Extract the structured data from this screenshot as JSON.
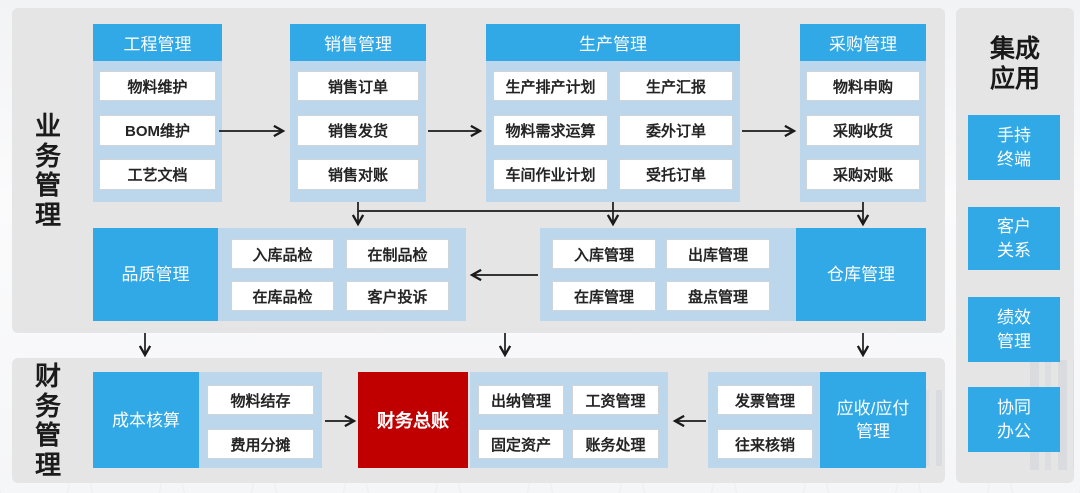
{
  "sections": {
    "business_label": "业务管理",
    "finance_label": "财务管理"
  },
  "columns": [
    {
      "title": "工程管理",
      "items": [
        "物料维护",
        "BOM维护",
        "工艺文档"
      ]
    },
    {
      "title": "销售管理",
      "items": [
        "销售订单",
        "销售发货",
        "销售对账"
      ]
    },
    {
      "title": "生产管理",
      "items": [
        "生产排产计划",
        "物料需求运算",
        "车间作业计划",
        "生产汇报",
        "委外订单",
        "受托订单"
      ]
    },
    {
      "title": "采购管理",
      "items": [
        "物料申购",
        "采购收货",
        "采购对账"
      ]
    }
  ],
  "quality": {
    "title": "品质管理",
    "items": [
      "入库品检",
      "在制品检",
      "在库品检",
      "客户投诉"
    ]
  },
  "warehouse": {
    "title": "仓库管理",
    "items": [
      "入库管理",
      "出库管理",
      "在库管理",
      "盘点管理"
    ]
  },
  "finance": {
    "cost": {
      "title": "成本核算",
      "items": [
        "物料结存",
        "费用分摊"
      ]
    },
    "ledger": {
      "title": "财务总账"
    },
    "accounting_items": [
      "出纳管理",
      "工资管理",
      "固定资产",
      "账务处理"
    ],
    "arap": {
      "title": "应收/应付管理",
      "items": [
        "发票管理",
        "往来核销"
      ]
    }
  },
  "integration": {
    "title": "集成应用",
    "items": [
      "手持终端",
      "客户关系",
      "绩效管理",
      "协同办公"
    ]
  },
  "colors": {
    "blue": "#31a9e6",
    "light_blue": "#bcd6ec",
    "red": "#c00000",
    "panel_gray": "#e5e5e6",
    "arrow": "#1a1a1a"
  }
}
